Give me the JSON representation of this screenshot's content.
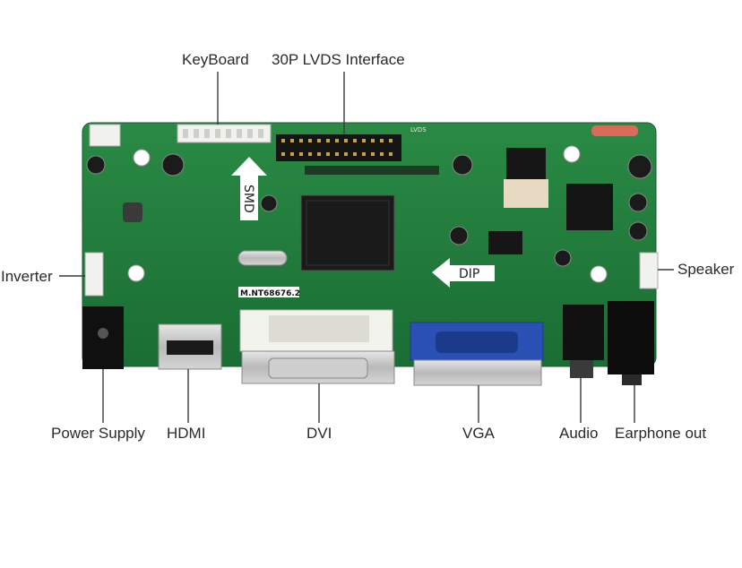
{
  "labels": {
    "keyboard": "KeyBoard",
    "lvds": "30P LVDS Interface",
    "inverter": "Inverter",
    "speaker": "Speaker",
    "power": "Power Supply",
    "hdmi": "HDMI",
    "dvi": "DVI",
    "vga": "VGA",
    "audio": "Audio",
    "earphone": "Earphone out"
  },
  "board": {
    "model": "M.NT68676.2",
    "smd": "SMD",
    "dip": "DIP",
    "lvds_silk": "LVDS"
  },
  "colors": {
    "pcb": "#1f7a3a",
    "vga_port": "#2a4fb5",
    "dark": "#111111"
  }
}
